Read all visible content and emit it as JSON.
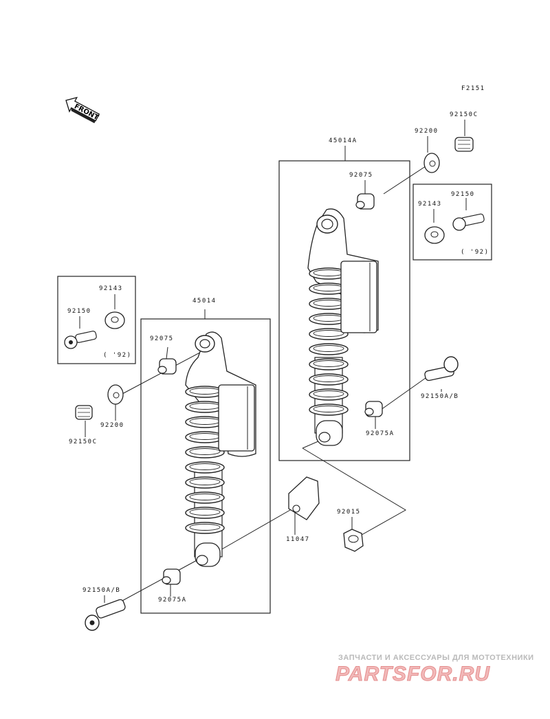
{
  "diagram": {
    "figure_code": "F2151",
    "front_label": "FRONT",
    "groups": {
      "left_assembly": "45014",
      "right_assembly": "45014A"
    },
    "left_parts": {
      "inset_washer": "92143",
      "inset_bolt": "92150",
      "inset_note": "( '92)",
      "upper_bushing": "92075",
      "washer": "92200",
      "small_bolt": "92150C",
      "lower_bushing": "92075A",
      "long_bolt": "92150A/B"
    },
    "right_parts": {
      "washer": "92200",
      "small_bolt": "92150C",
      "upper_bushing": "92075",
      "inset_washer": "92143",
      "inset_bolt": "92150",
      "inset_note": "( '92)",
      "long_bolt": "92150A/B",
      "lower_bushing": "92075A"
    },
    "shared_parts": {
      "bracket": "11047",
      "nut": "92015"
    }
  },
  "watermark": {
    "subtitle": "ЗАПЧАСТИ И АКСЕССУАРЫ ДЛЯ МОТОТЕХНИКИ",
    "brand": "PARTSFOR.RU"
  }
}
